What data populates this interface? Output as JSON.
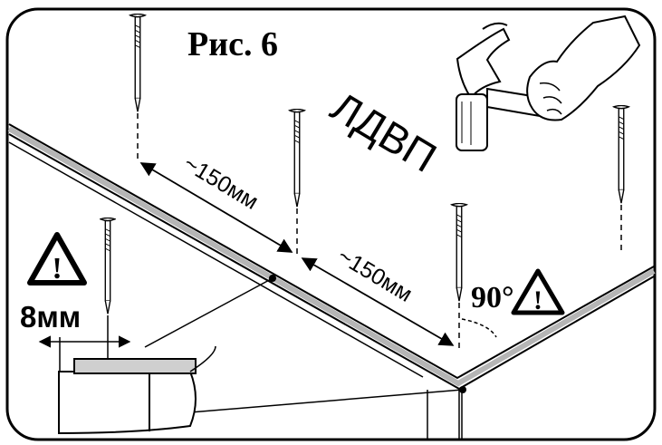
{
  "figure": {
    "title": "Рис. 6",
    "material_label": "ЛДВП",
    "spacing_label_1": "~150мм",
    "spacing_label_2": "~150мм",
    "angle_label": "90°",
    "offset_label": "8мм",
    "warning_symbol": "!"
  },
  "colors": {
    "line": "#000000",
    "board_edge": "#b5b5b5",
    "detail_board": "#cfcfcf",
    "background": "#ffffff"
  },
  "icons": [
    "nail-icon",
    "hammer-icon",
    "hand-icon",
    "warning-icon",
    "arrow-icon"
  ]
}
